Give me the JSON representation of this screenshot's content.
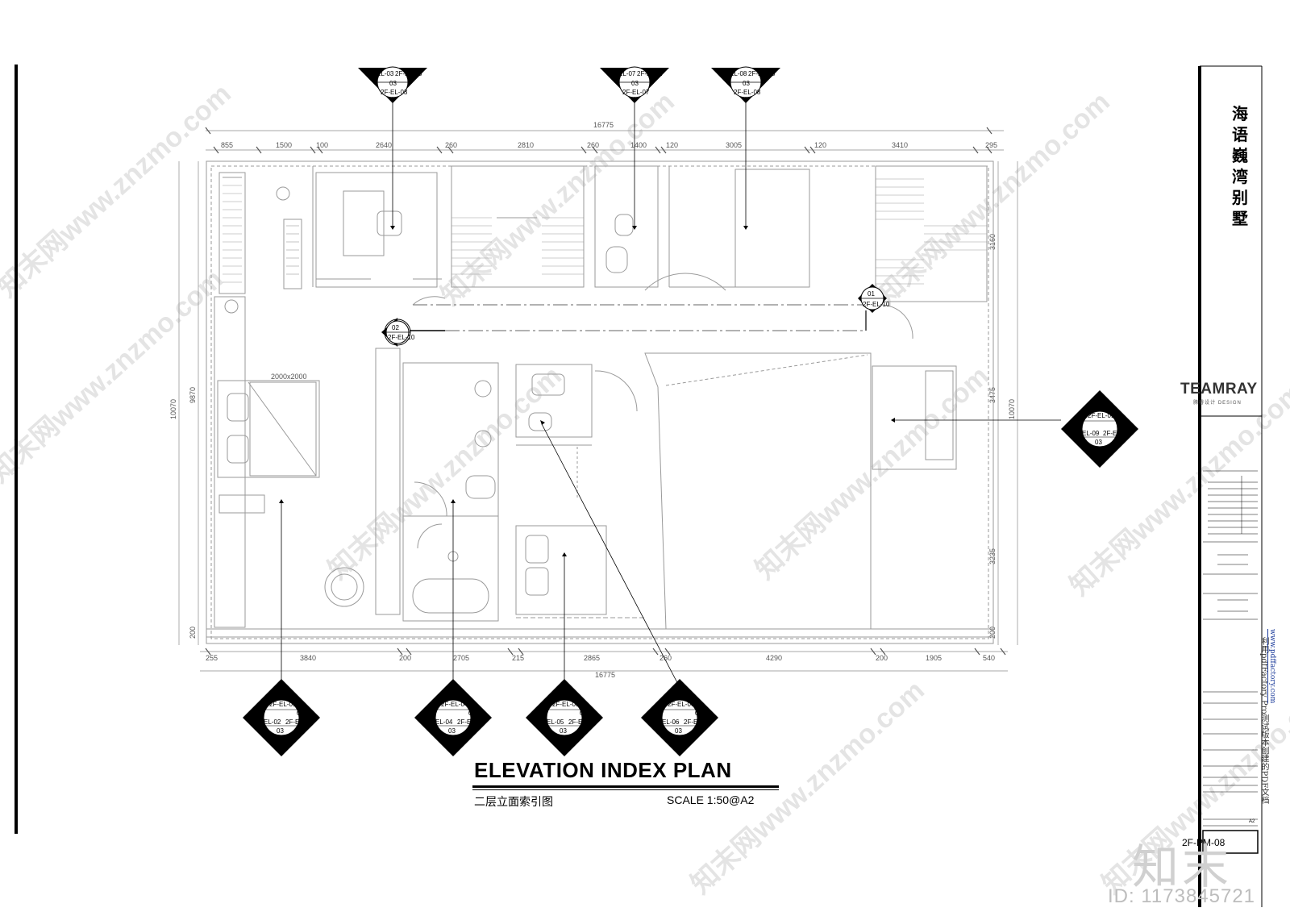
{
  "title": "ELEVATION INDEX PLAN",
  "subtitle_cn": "二层立面索引图",
  "scale": "SCALE 1:50@A2",
  "project_name": "海语巍湾别墅",
  "brand": "TEAMRAY",
  "brand_sub": "腾睿设计 DESIGN",
  "sheet_number": "2F-PM-08",
  "paper_size": "A2",
  "watermark": {
    "text": "知末网www.znzmo.com",
    "logo": "知末",
    "id": "ID: 1173845721"
  },
  "side_note": "利用pdfFactory Pro测试版本创建的PDF文档",
  "side_link": "www.pdffactory.com",
  "dimensions": {
    "overall": "16775",
    "top": [
      "855",
      "1500",
      "100",
      "2640",
      "260",
      "2810",
      "260",
      "1400",
      "120",
      "3005",
      "120",
      "3410",
      "295"
    ],
    "bottom": [
      "255",
      "3840",
      "200",
      "2705",
      "215",
      "2865",
      "260",
      "4290",
      "200",
      "1905",
      "540"
    ],
    "left": [
      "10070",
      "9870",
      "200"
    ],
    "right": [
      "3160",
      "3475",
      "3235",
      "10070",
      "200"
    ],
    "bed": "2000x2000"
  },
  "markers": {
    "top_03": {
      "top": "2F-EL-03",
      "left": "2F-EL-03",
      "right": "2F-EL-03",
      "num": "03"
    },
    "top_07": {
      "top": "2F-EL-07",
      "left": "2F-EL-07",
      "right": "2F-EL-07",
      "num": "03"
    },
    "top_08": {
      "top": "2F-EL-08",
      "left": "2F-EL-08",
      "right": "2F-EL-08",
      "num": "03"
    },
    "sec_01": {
      "num": "01",
      "ref": "2F-EL-10"
    },
    "sec_02": {
      "num": "02",
      "ref": "2F-EL-10"
    },
    "right_09": {
      "n1": "01",
      "n2": "02",
      "n3": "03",
      "n4": "04",
      "c1": "2F-EL-09",
      "c2": "2F-EL-09",
      "c3": "2F-EL-09",
      "c4": "2F-EL-09"
    },
    "bot_01": {
      "n1": "01",
      "n2": "02",
      "n3": "03",
      "n4": "04",
      "c1": "2F-EL-01",
      "c2": "2F-EL-01",
      "c3": "2F-EL-02",
      "c4": "2F-EL-02"
    },
    "bot_04": {
      "n1": "01",
      "n2": "02",
      "n3": "03",
      "n4": "04",
      "c1": "2F-EL-04",
      "c2": "2F-EL-04",
      "c3": "2F-EL-04",
      "c4": "2F-EL-04"
    },
    "bot_05": {
      "n1": "01",
      "n2": "02",
      "n3": "03",
      "n4": "04",
      "c1": "2F-EL-05",
      "c2": "2F-EL-05",
      "c3": "2F-EL-05",
      "c4": "2F-EL-05"
    },
    "bot_06": {
      "n1": "01",
      "n2": "02",
      "n3": "03",
      "n4": "04",
      "c1": "2F-EL-06",
      "c2": "2F-EL-06",
      "c3": "2F-EL-06",
      "c4": "2F-EL-06"
    }
  },
  "colors": {
    "line": "#000000",
    "plan": "#9a9a9a",
    "watermark": "#e4e4e4"
  }
}
